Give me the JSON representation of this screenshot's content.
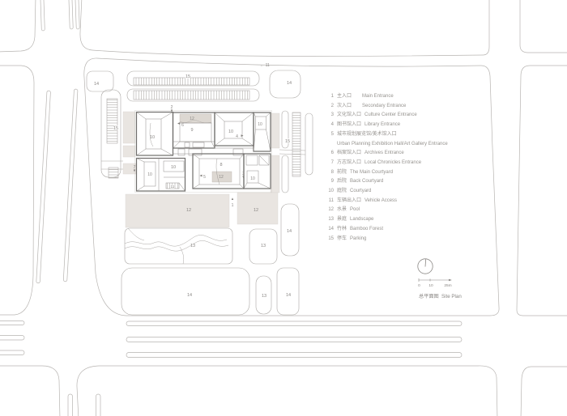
{
  "title": {
    "zh": "总平面图",
    "en": "Site Plan"
  },
  "legend": {
    "items": [
      {
        "num": "1",
        "zh": "主入口",
        "en": "Main Entrance"
      },
      {
        "num": "2",
        "zh": "次入口",
        "en": "Secondary Entrance"
      },
      {
        "num": "3",
        "zh": "文化馆入口",
        "en": "Culture Center Entrance"
      },
      {
        "num": "4",
        "zh": "图书馆入口",
        "en": "Library Entrance"
      },
      {
        "num": "5",
        "zh": "城市规划展览馆/美术馆入口",
        "en": "Urban Planning Exhibition Hall/Art Gallery Entrance"
      },
      {
        "num": "6",
        "zh": "档案馆入口",
        "en": "Archives Entrance"
      },
      {
        "num": "7",
        "zh": "方志馆入口",
        "en": "Local Chronicles Entrance"
      },
      {
        "num": "8",
        "zh": "前院",
        "en": "The Main Courtyard"
      },
      {
        "num": "9",
        "zh": "后院",
        "en": "Back Courtyard"
      },
      {
        "num": "10",
        "zh": "庭院",
        "en": "Courtyard"
      },
      {
        "num": "11",
        "zh": "车辆出入口",
        "en": "Vehicle Access"
      },
      {
        "num": "12",
        "zh": "水景",
        "en": "Pool"
      },
      {
        "num": "13",
        "zh": "景庭",
        "en": "Landscape"
      },
      {
        "num": "14",
        "zh": "竹林",
        "en": "Bamboo Forest"
      },
      {
        "num": "15",
        "zh": "停车",
        "en": "Parking"
      }
    ]
  },
  "scale_bar": {
    "labels": [
      "0",
      "10",
      "25m"
    ]
  },
  "plan": {
    "access_label": "← 11",
    "areas": {
      "a15": "15",
      "a14": "14",
      "a13": "13",
      "a12": "12",
      "a11": "11",
      "a10": "10",
      "a9": "9",
      "a8": "8"
    },
    "entrances": {
      "e1": "1",
      "e2": "2",
      "e3": "3",
      "e4": "4",
      "e5": "5",
      "e6": "6",
      "e7": "7"
    }
  },
  "colors": {
    "paper": "#ffffff",
    "fill_light": "#e9e5e1",
    "fill_pool": "#ddd8d2",
    "road_line": "#b7b4b1",
    "building_line": "#6f6d6b",
    "text_gray": "#95928f"
  }
}
